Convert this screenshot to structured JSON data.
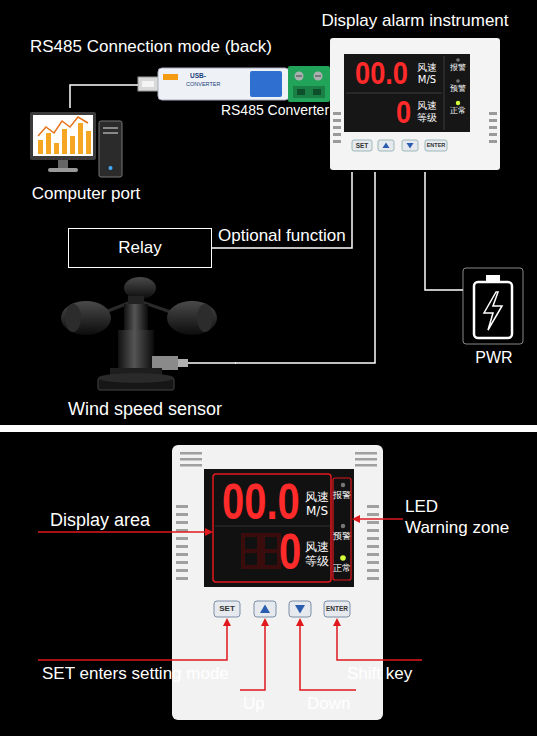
{
  "diagram": {
    "nodes": [
      {
        "text": [
          "Computer port"
        ]
      },
      {
        "text": [
          "RS485 Converter"
        ]
      },
      {
        "text": [
          "Display alarm instrument"
        ]
      },
      {
        "text": [
          "Relay"
        ]
      },
      {
        "text": [
          "Wind speed sensor"
        ]
      },
      {
        "text": [
          "PWR"
        ]
      }
    ],
    "edges": [
      {
        "from": 0,
        "to": 1,
        "arrow": "none"
      },
      {
        "from": 2,
        "to": 3,
        "label": "Optional function",
        "arrow": "none"
      },
      {
        "from": 2,
        "to": 4,
        "arrow": "none"
      },
      {
        "from": 2,
        "to": 5,
        "arrow": "none"
      }
    ],
    "labels": [
      "RS485 Connection mode (back)",
      "USB-",
      "CONVERTER",
      "00.0",
      "风速 M/S",
      "0",
      "风速 等级",
      "报警",
      "预警",
      "正常",
      "SET",
      "ENTER",
      "Display area",
      "LED Warning zone",
      "SET enters setting mode",
      "Up",
      "Down",
      "Shift key",
      "00.0",
      "风速 M/S",
      "0",
      "风速 等级",
      "报警",
      "预警",
      "正常",
      "SET",
      "ENTER"
    ]
  }
}
